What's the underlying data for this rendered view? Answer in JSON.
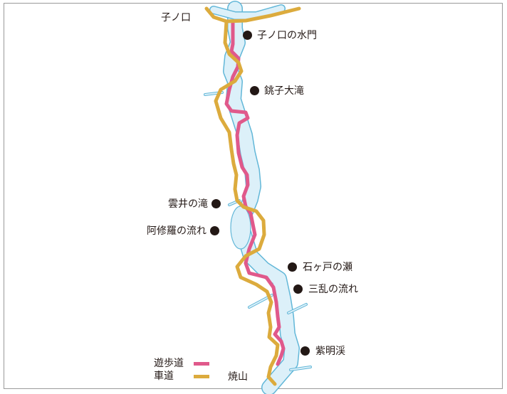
{
  "places": {
    "nenokuchi": "子ノ口",
    "yakiyama": "焼山"
  },
  "spots": [
    {
      "label": "子ノ口の水門"
    },
    {
      "label": "銚子大滝"
    },
    {
      "label": "雲井の滝"
    },
    {
      "label": "阿修羅の流れ"
    },
    {
      "label": "石ヶ戸の瀬"
    },
    {
      "label": "三乱の流れ"
    },
    {
      "label": "紫明渓"
    }
  ],
  "legend": {
    "walkway": "遊歩道",
    "roadway": "車道"
  },
  "colors": {
    "walkway": "#e0598b",
    "roadway": "#dcab3d",
    "river_fill": "#dcf0f9",
    "river_bank": "#62b7d8"
  }
}
